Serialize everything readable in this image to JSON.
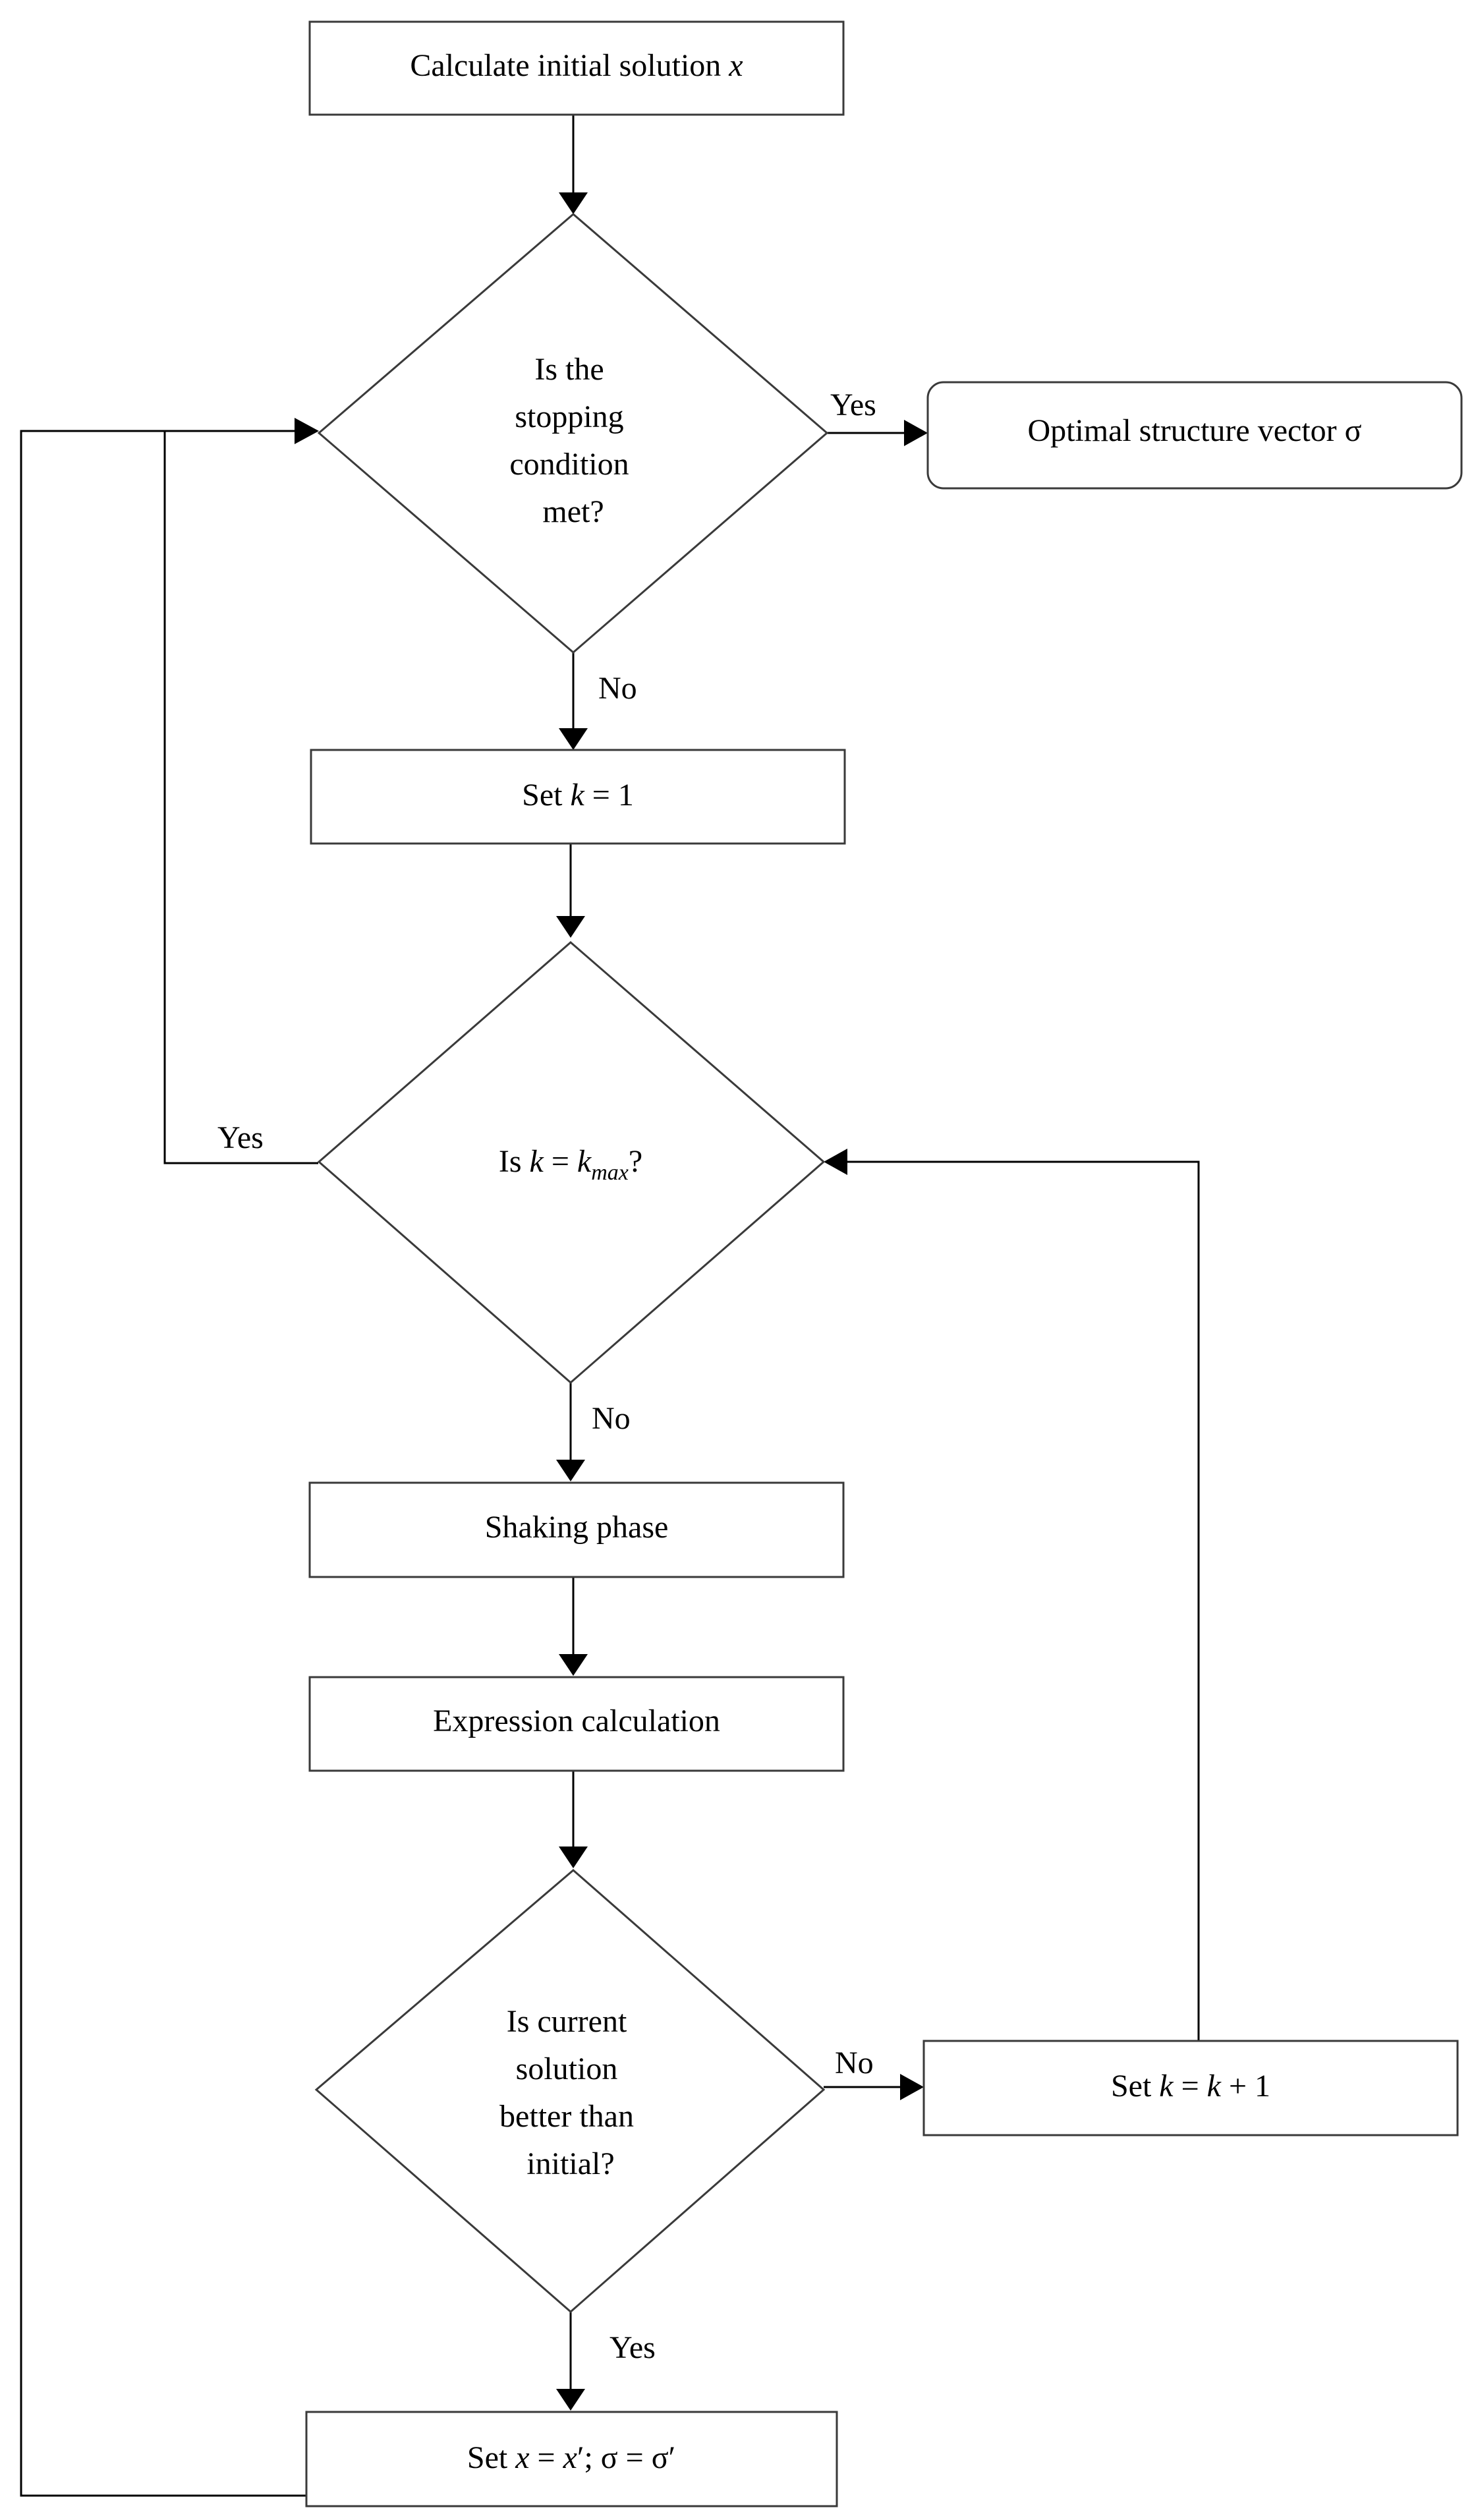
{
  "nodes": {
    "start": {
      "text": "Calculate initial solution ",
      "var": "x"
    },
    "stop_check": {
      "lines": [
        "Is the",
        "stopping",
        "condition",
        "met?"
      ]
    },
    "output": {
      "text": "Optimal structure vector σ"
    },
    "set_k1": {
      "prefix": "Set ",
      "var": "k",
      "suffix": " = 1"
    },
    "kmax_check": {
      "prefix": "Is ",
      "var": "k",
      "eq": " = ",
      "var2": "k",
      "sub": "max",
      "suffix": "?"
    },
    "shaking": {
      "text": "Shaking phase"
    },
    "expression": {
      "text": "Expression calculation"
    },
    "better_check": {
      "lines": [
        "Is current",
        "solution",
        "better than",
        "initial?"
      ]
    },
    "increment": {
      "prefix": "Set ",
      "var": "k",
      "eq": " = ",
      "var2": "k",
      "suffix": " + 1"
    },
    "update": {
      "prefix": "Set ",
      "var": "x",
      "eq": " = ",
      "var2": "x",
      "prime": "′",
      "mid": "; σ = σ′"
    }
  },
  "edge_labels": {
    "stop_yes": "Yes",
    "stop_no": "No",
    "kmax_yes": "Yes",
    "kmax_no": "No",
    "better_no": "No",
    "better_yes": "Yes"
  },
  "colors": {
    "stroke": "#3a3a3a",
    "text": "#000000",
    "background": "#ffffff"
  }
}
